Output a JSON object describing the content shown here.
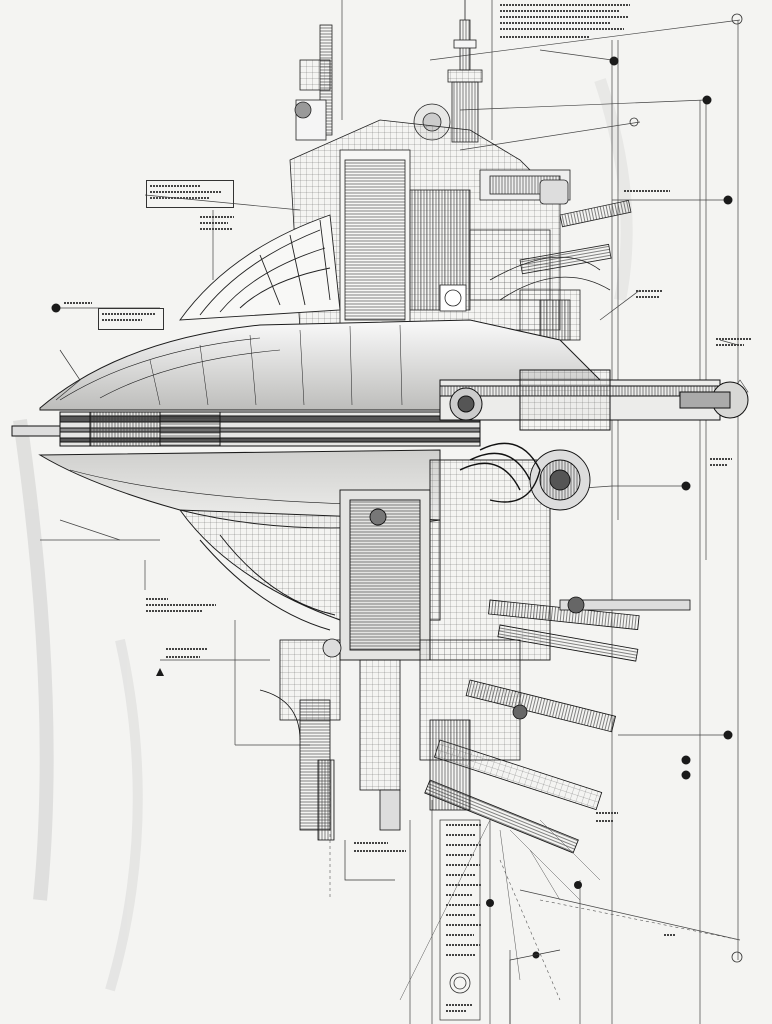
{
  "poster": {
    "palette": {
      "paper": "#f4f4f2",
      "ink": "#1a1a1a",
      "shade": "#8a8a8a",
      "light": "#d6d6d4"
    },
    "subject": "spaceship-blueprint",
    "callout_markers": [
      "filled-dot",
      "open-circle",
      "triangle"
    ]
  }
}
